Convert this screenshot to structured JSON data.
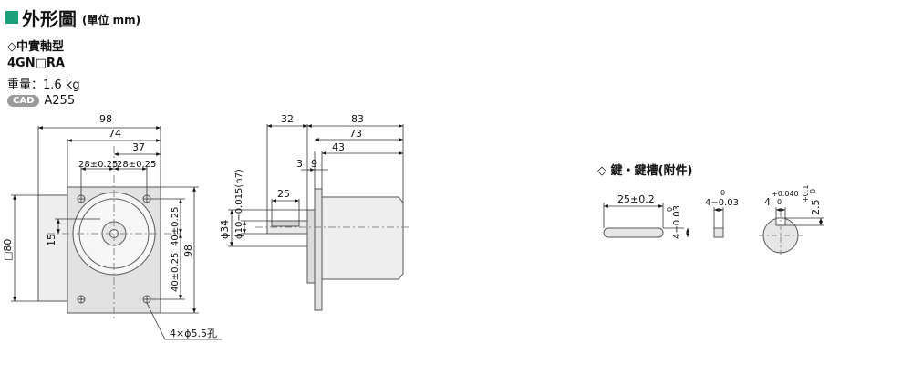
{
  "header": {
    "title": "外形圖",
    "unit": "(單位 mm)",
    "accent_color": "#1aa07a"
  },
  "info": {
    "shaft_type": "◇中實軸型",
    "model": "4GN□RA",
    "weight": "重量：1.6 kg",
    "cad_badge": "CAD",
    "cad_code": "A255"
  },
  "front_view": {
    "dim_98_top": "98",
    "dim_74": "74",
    "dim_37": "37",
    "dim_28_left": "28±0.25",
    "dim_28_right": "28±0.25",
    "dim_80": "□80",
    "dim_15": "15",
    "dim_40_top": "40±0.25",
    "dim_40_bottom": "40±0.25",
    "dim_98_side": "98",
    "hole_callout": "4×ϕ5.5孔"
  },
  "side_view": {
    "dim_32": "32",
    "dim_83": "83",
    "dim_73": "73",
    "dim_43": "43",
    "dim_3": "3",
    "dim_9": "9",
    "dim_25": "25",
    "dim_shaft_dia": "ϕ10−0.015(h7)",
    "dim_34": "ϕ34"
  },
  "key": {
    "title": "◇ 鍵・鍵槽(附件)",
    "key_length": "25±0.2",
    "key_width": "4−0.03",
    "key_width_upper": "0",
    "key_height": "4−0.03",
    "key_height_upper": "0",
    "slot_width": "4",
    "slot_width_tol": "+0.040",
    "slot_width_tol_lower": "0",
    "slot_depth": "2.5",
    "slot_depth_tol": "+0.1",
    "slot_depth_tol_lower": "0"
  }
}
